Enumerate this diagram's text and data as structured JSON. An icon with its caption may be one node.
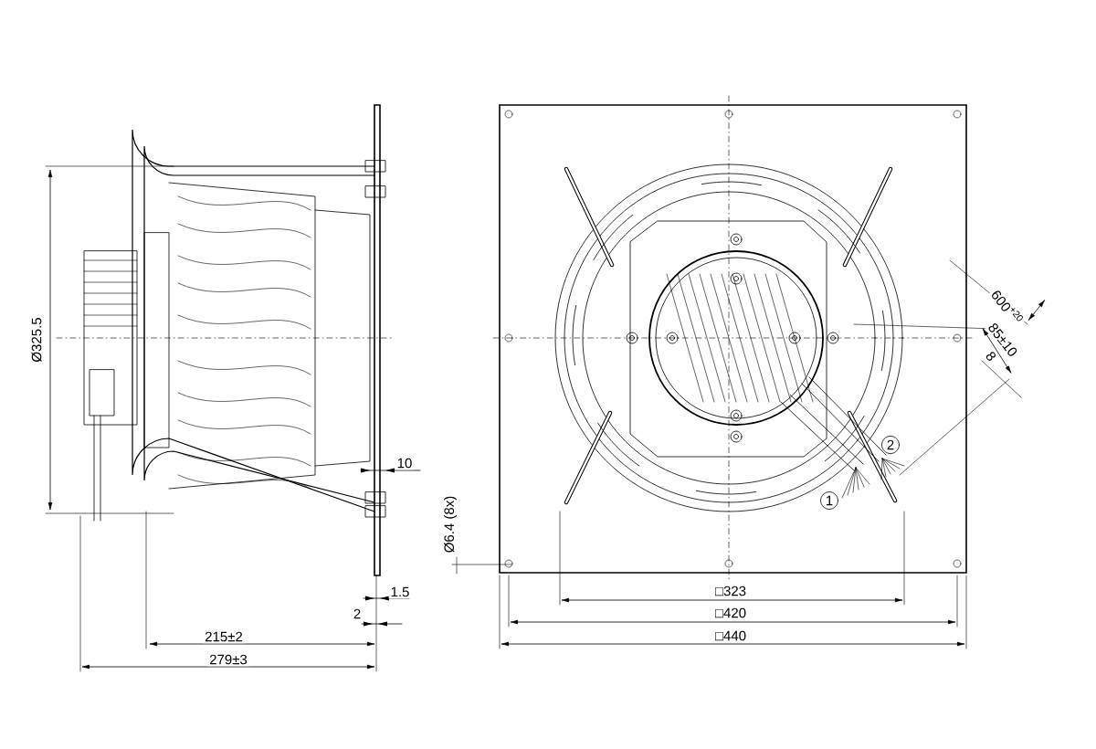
{
  "diagram": {
    "labels": [
      "600$^{+20}$",
      "85±10",
      "8",
      "Ø325.5",
      "2",
      "10",
      "1",
      "Ø6.4 (8x)",
      "1.5",
      "2",
      "□323",
      "□420",
      "215±2",
      "□440",
      "279±3"
    ]
  }
}
